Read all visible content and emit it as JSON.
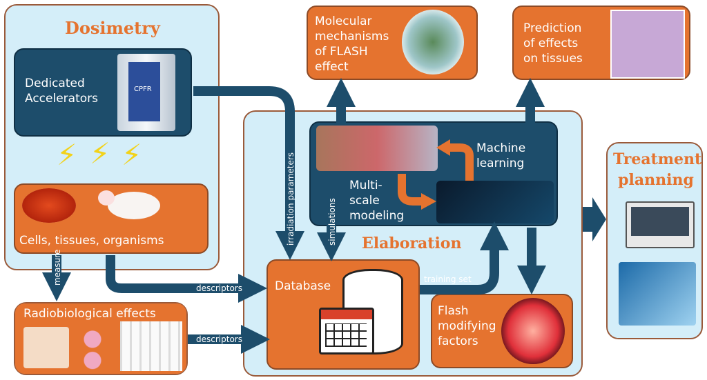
{
  "dosimetry": {
    "title": "Dosimetry",
    "accelerators_label": "Dedicated\nAccelerators",
    "accelerator_brand": "CPFR",
    "cells_label": "Cells, tissues, organisms"
  },
  "radiobiological": {
    "title": "Radiobiological effects"
  },
  "molecular": {
    "label": "Molecular\nmechanisms\nof FLASH\neffect"
  },
  "prediction": {
    "label": "Prediction\nof effects\non tissues"
  },
  "elaboration": {
    "title": "Elaboration",
    "machine_learning": "Machine\nlearning",
    "multiscale": "Multi-\nscale\nmodeling",
    "database": "Database",
    "flash_factors": "Flash\nmodifying\nfactors"
  },
  "treatment": {
    "title": "Treatment\nplanning"
  },
  "arrows": {
    "measure": "measure",
    "descriptors_top": "descriptors",
    "descriptors_bottom": "descriptors",
    "irradiation": "irradiation parameters",
    "simulations": "simulations",
    "training_set": "training set"
  },
  "colors": {
    "orange": "#e5732f",
    "dark_blue": "#1d4d6b",
    "light_blue": "#d4eef9",
    "border": "#9a5a3a",
    "arrow": "#1d4d6b"
  }
}
